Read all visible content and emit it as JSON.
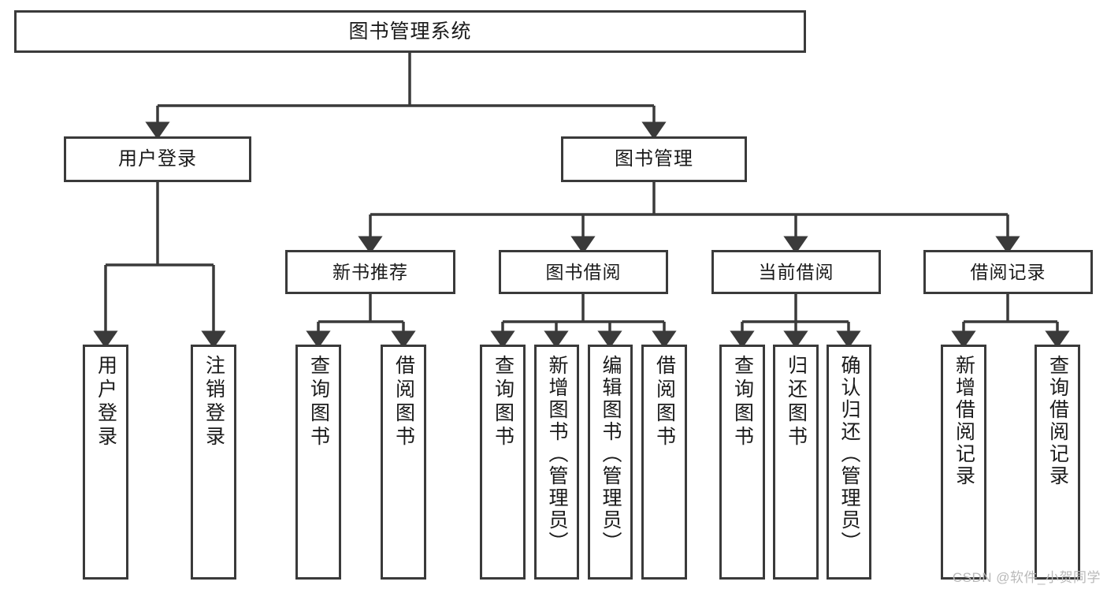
{
  "diagram": {
    "type": "tree",
    "title": "图书管理系统",
    "watermark": "CSDN @软件_小贺同学",
    "root": {
      "label": "图书管理系统"
    },
    "level2": [
      {
        "label": "用户登录"
      },
      {
        "label": "图书管理"
      }
    ],
    "level3": [
      {
        "label": "新书推荐"
      },
      {
        "label": "图书借阅"
      },
      {
        "label": "当前借阅"
      },
      {
        "label": "借阅记录"
      }
    ],
    "leaves": {
      "user_login": [
        {
          "label": "用户登录"
        },
        {
          "label": "注销登录"
        }
      ],
      "new_book": [
        {
          "label": "查询图书"
        },
        {
          "label": "借阅图书"
        }
      ],
      "book_borrow": [
        {
          "label": "查询图书"
        },
        {
          "label": "新增图书（管理员）"
        },
        {
          "label": "编辑图书（管理员）"
        },
        {
          "label": "借阅图书"
        }
      ],
      "current_borrow": [
        {
          "label": "查询图书"
        },
        {
          "label": "归还图书"
        },
        {
          "label": "确认归还（管理员）"
        }
      ],
      "borrow_record": [
        {
          "label": "新增借阅记录"
        },
        {
          "label": "查询借阅记录"
        }
      ]
    },
    "colors": {
      "stroke": "#3a3a3a",
      "fill": "#ffffff",
      "text": "#1a1a1a",
      "watermark": "#b9b9b9"
    }
  }
}
